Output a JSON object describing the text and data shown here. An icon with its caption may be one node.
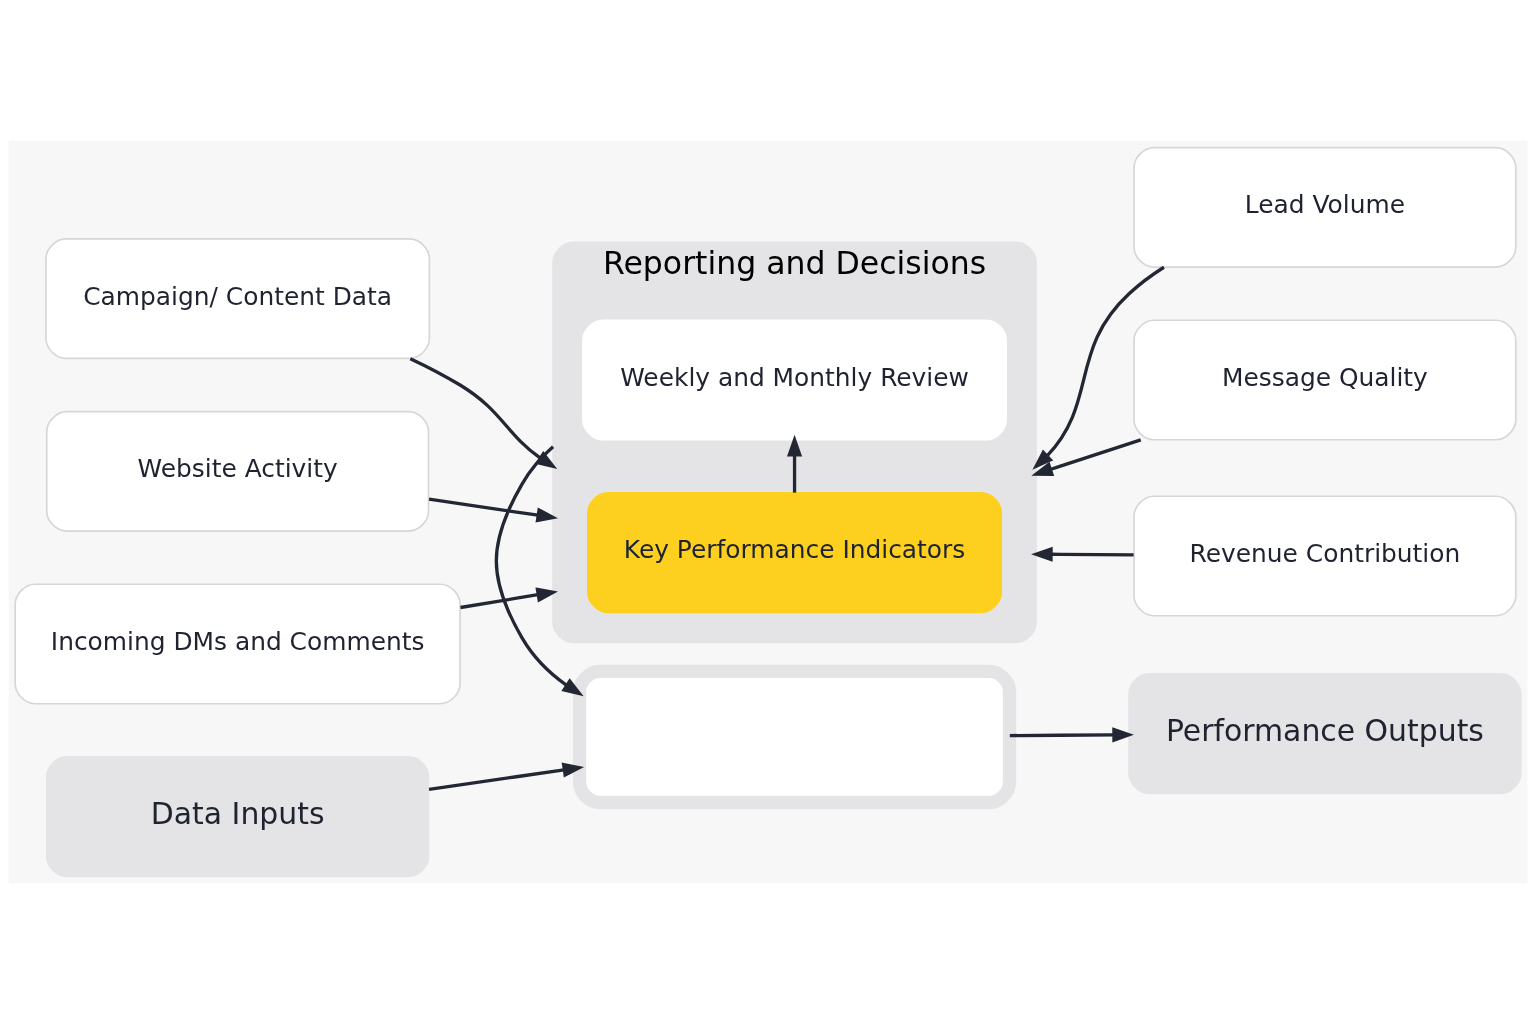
{
  "diagram": {
    "nodes": [
      {
        "text": [
          "Campaign/ Content Data"
        ]
      },
      {
        "text": [
          "Website Activity"
        ]
      },
      {
        "text": [
          "Incoming DMs and Comments"
        ]
      },
      {
        "text": [
          "Reporting and Decisions"
        ]
      },
      {
        "text": [
          "Key Performance Indicators"
        ],
        "in": 3
      },
      {
        "text": [
          "Weekly and Monthly Review"
        ],
        "in": 3
      },
      {
        "text": [
          "Lead Volume"
        ]
      },
      {
        "text": [
          "Message Quality"
        ]
      },
      {
        "text": [
          "Revenue Contribution"
        ]
      },
      {
        "text": [
          "Data Inputs"
        ]
      },
      {
        "text": [],
        "shape": "box"
      },
      {
        "text": [
          "Performance Outputs"
        ]
      }
    ],
    "edges": [
      {
        "from": 0,
        "to": 3,
        "arrow": "to"
      },
      {
        "from": 1,
        "to": 3,
        "arrow": "to"
      },
      {
        "from": 2,
        "to": 3,
        "arrow": "to"
      },
      {
        "from": 6,
        "to": 3,
        "arrow": "to"
      },
      {
        "from": 7,
        "to": 3,
        "arrow": "to"
      },
      {
        "from": 8,
        "to": 3,
        "arrow": "to"
      },
      {
        "from": 4,
        "to": 5,
        "arrow": "to"
      },
      {
        "from": 3,
        "to": 10,
        "arrow": "to"
      },
      {
        "from": 9,
        "to": 10,
        "arrow": "to"
      },
      {
        "from": 10,
        "to": 11,
        "arrow": "to"
      }
    ]
  }
}
